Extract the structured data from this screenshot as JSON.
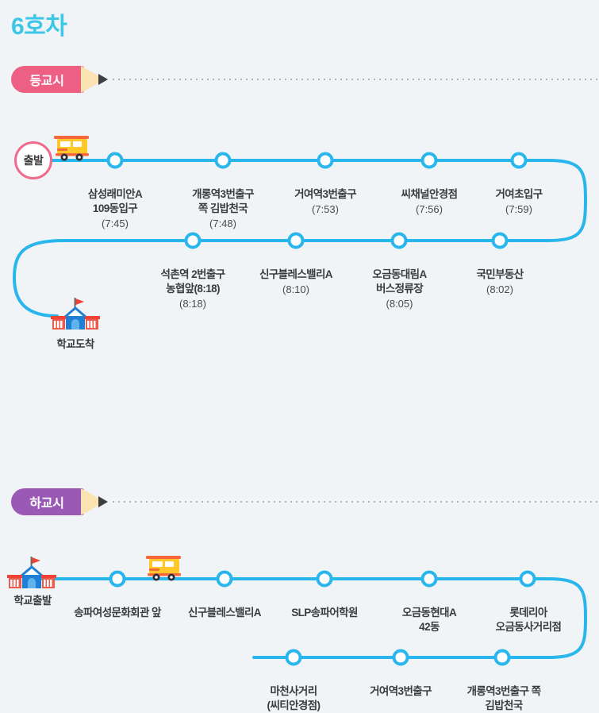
{
  "page": {
    "title": "6호차",
    "title_color": "#3ec6e8",
    "background_color": "#f0f4f7",
    "route_line_color": "#29b6ec"
  },
  "sections": [
    {
      "id": "morning",
      "badge_label": "등교시",
      "badge_color": "#ed5f83",
      "start_label": "출발",
      "end_label": "학교도착",
      "start_icon": "start-circle-badge",
      "bus_icon": "school-bus-icon",
      "school_icon": "school-building-icon",
      "rows": [
        {
          "stops": [
            {
              "name": "삼성래미안A\n109동입구",
              "time": "(7:45)"
            },
            {
              "name": "개롱역3번출구\n쪽 김밥천국",
              "time": "(7:48)"
            },
            {
              "name": "거여역3번출구",
              "time": "(7:53)"
            },
            {
              "name": "씨채널안경점",
              "time": "(7:56)"
            },
            {
              "name": "거여초입구",
              "time": "(7:59)"
            }
          ]
        },
        {
          "stops": [
            {
              "name": "석촌역 2번출구\n농협앞(8:18)",
              "time": "(8:18)"
            },
            {
              "name": "신구블레스밸리A",
              "time": "(8:10)"
            },
            {
              "name": "오금동대림A\n버스정류장",
              "time": "(8:05)"
            },
            {
              "name": "국민부동산",
              "time": "(8:02)"
            }
          ]
        }
      ]
    },
    {
      "id": "afternoon",
      "badge_label": "하교시",
      "badge_color": "#9b59b6",
      "start_label": "학교출발",
      "end_label": "",
      "bus_icon": "school-bus-icon",
      "school_icon": "school-building-icon",
      "rows": [
        {
          "stops": [
            {
              "name": "송파여성문화회관 앞",
              "time": ""
            },
            {
              "name": "신구블레스밸리A",
              "time": ""
            },
            {
              "name": "SLP송파어학원",
              "time": ""
            },
            {
              "name": "오금동현대A\n42동",
              "time": ""
            },
            {
              "name": "롯데리아\n오금동사거리점",
              "time": ""
            }
          ]
        },
        {
          "stops": [
            {
              "name": "마천사거리\n(씨티안경점)",
              "time": ""
            },
            {
              "name": "거여역3번출구",
              "time": ""
            },
            {
              "name": "개롱역3번출구 쪽\n김밥천국",
              "time": ""
            }
          ]
        }
      ]
    }
  ]
}
